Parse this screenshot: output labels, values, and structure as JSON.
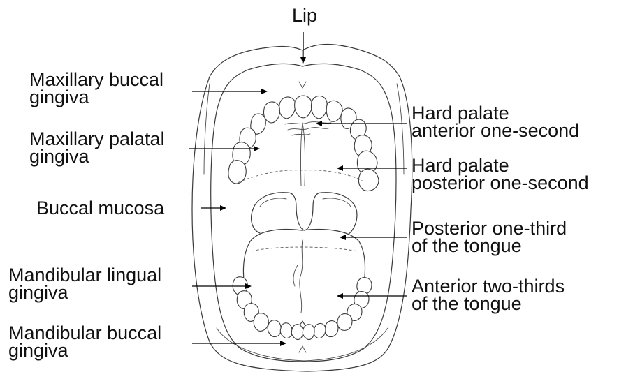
{
  "labels": {
    "lip": "Lip",
    "maxillary_buccal_gingiva": [
      "Maxillary buccal",
      "gingiva"
    ],
    "maxillary_palatal_gingiva": [
      "Maxillary palatal",
      "gingiva"
    ],
    "buccal_mucosa": "Buccal mucosa",
    "mandibular_lingual_gingiva": [
      "Mandibular lingual",
      "gingiva"
    ],
    "mandibular_buccal_gingiva": [
      "Mandibular buccal",
      "gingiva"
    ],
    "hard_palate_anterior": [
      "Hard palate",
      "anterior one-second"
    ],
    "hard_palate_posterior": [
      "Hard palate",
      "posterior one-second"
    ],
    "posterior_tongue": [
      "Posterior one-third",
      "of the tongue"
    ],
    "anterior_tongue": [
      "Anterior two-thirds",
      "of the tongue"
    ]
  }
}
